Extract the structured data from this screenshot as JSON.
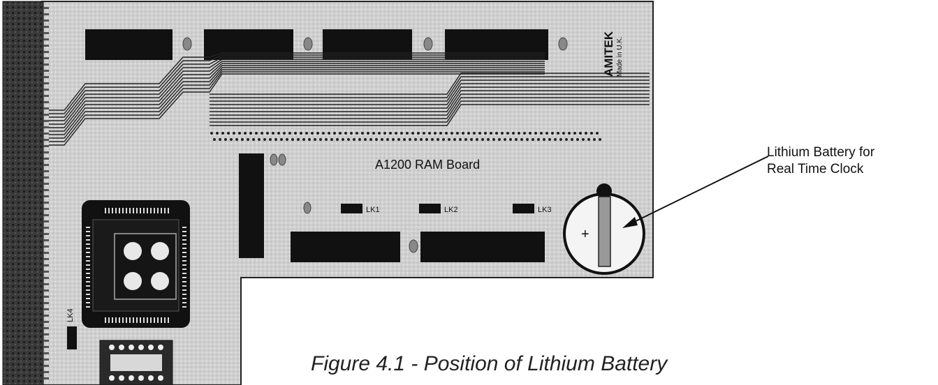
{
  "board": {
    "title": "A1200 RAM Board",
    "maker": "AMITEK",
    "origin": "Made in U.K.",
    "links": [
      "LK1",
      "LK2",
      "LK3",
      "LK4"
    ],
    "battery_polarity": "+"
  },
  "callout": {
    "line1": "Lithium Battery for",
    "line2": "Real Time Clock"
  },
  "caption": "Figure 4.1 - Position of Lithium Battery"
}
